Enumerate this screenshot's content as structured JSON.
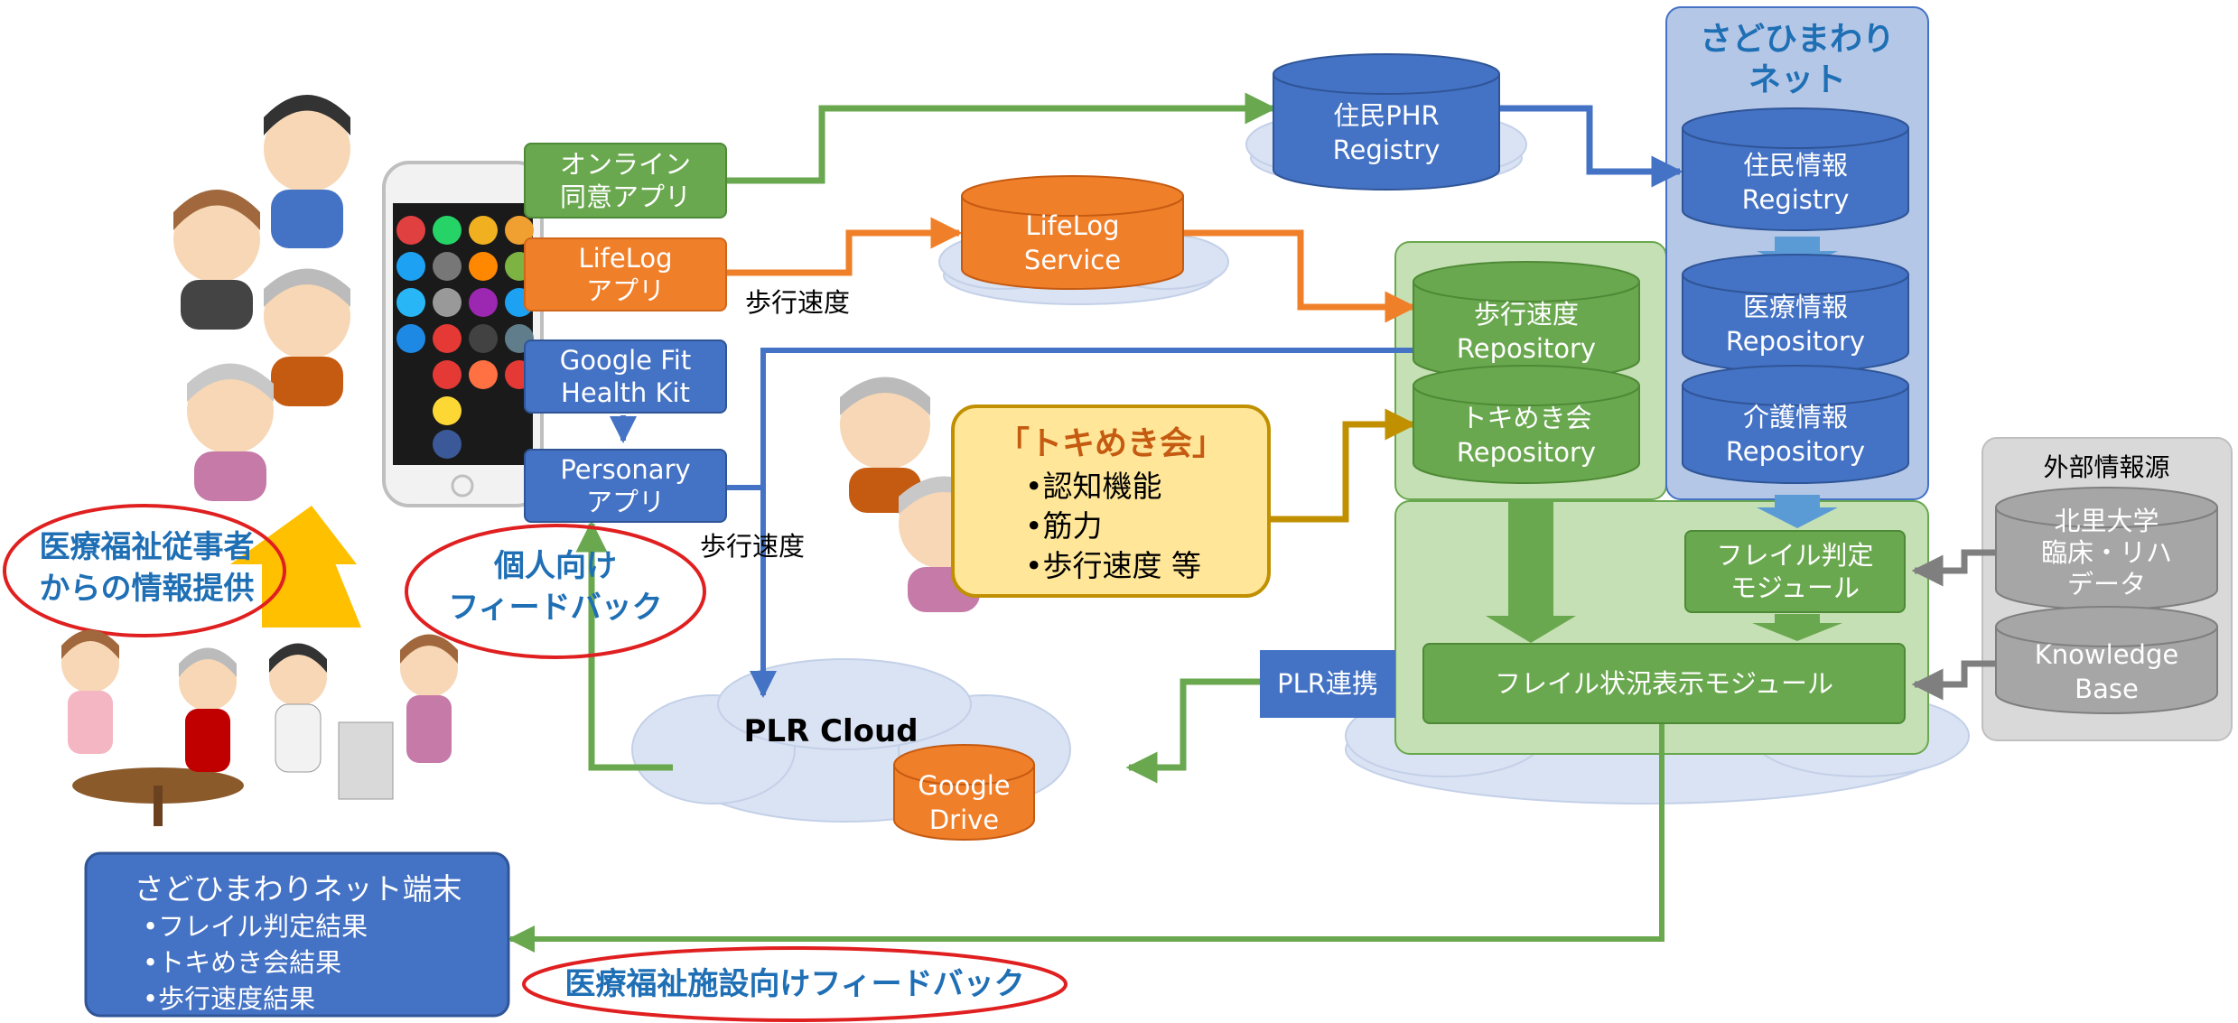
{
  "phone_apps": {
    "consent": "オンライン\n同意アプリ",
    "lifelog": "LifeLog\nアプリ",
    "googlefit": "Google Fit\nHealth Kit",
    "personary": "Personary\nアプリ"
  },
  "stores": {
    "phr": "住民PHR\nRegistry",
    "lifelog_service": "LifeLog\nService",
    "walking_repo": "歩行速度\nRepository",
    "tokimeki_repo": "トキめき会\nRepository",
    "resident_info": "住民情報\nRegistry",
    "medical_info": "医療情報\nRepository",
    "care_info": "介護情報\nRepository",
    "google_drive": "Google\nDrive",
    "kitasato": "北里大学\n臨床・リハ\nデータ",
    "knowledge": "Knowledge\nBase"
  },
  "sado": {
    "title": "さどひまわり\nネット"
  },
  "external": {
    "title": "外部情報源"
  },
  "modules": {
    "frail_judge": "フレイル判定\nモジュール",
    "frail_display": "フレイル状況表示モジュール",
    "plr_link": "PLR連携"
  },
  "plr_cloud": {
    "title": "PLR Cloud"
  },
  "tokimeki": {
    "title": "「トキめき会」",
    "items": [
      "•認知機能",
      "•筋力",
      "•歩行速度 等"
    ]
  },
  "labels": {
    "walking_speed_1": "歩行速度",
    "walking_speed_2": "歩行速度",
    "medical_staff": "医療福祉従事者\nからの情報提供",
    "personal_fb": "個人向け\nフィードバック",
    "facility_fb": "医療福祉施設向けフィードバック"
  },
  "terminal": {
    "title": "さどひまわりネット端末",
    "items": [
      "•フレイル判定結果",
      "•トキめき会結果",
      "•歩行速度結果"
    ]
  },
  "colors": {
    "green": "#6aa84f",
    "orange": "#f07f2a",
    "blue": "#4472c4",
    "gray": "#a6a6a6",
    "red": "#e02020",
    "title_blue": "#1f6fb5"
  },
  "illustrations": [
    "[person illustration]",
    "[person illustration]",
    "[person illustration]",
    "[person illustration]",
    "[person illustration]",
    "[person illustration]",
    "[care scene illustration]"
  ]
}
